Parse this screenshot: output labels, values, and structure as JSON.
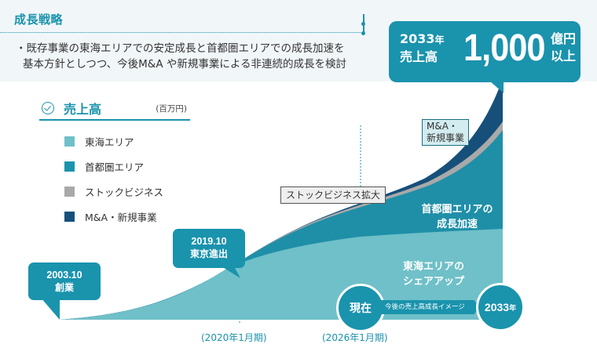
{
  "header": {
    "section_title": "成長戦略",
    "bullet_marker": "・",
    "bullet_line1": "既存事業の東海エリアでの安定成長と首都圏エリアでの成長加速を",
    "bullet_line2": "基本方針としつつ、今後M&A や新規事業による非連続的成長を検討"
  },
  "target_callout": {
    "year": "2033",
    "year_suffix": "年",
    "label": "売上高",
    "amount": "1,000",
    "unit_line1": "億円",
    "unit_line2": "以上"
  },
  "legend": {
    "title": "売上高",
    "unit": "(百万円)",
    "items": [
      {
        "label": "東海エリア",
        "color": "#6fc0c8"
      },
      {
        "label": "首都圏エリア",
        "color": "#1a93ad"
      },
      {
        "label": "ストックビジネス",
        "color": "#a9a9a9"
      },
      {
        "label": "M&A・新規事業",
        "color": "#16507a"
      }
    ]
  },
  "milestones": {
    "founding": {
      "date": "2003.10",
      "label": "創業"
    },
    "tokyo": {
      "date": "2019.10",
      "label": "東京進出"
    }
  },
  "annotations": {
    "stock_business": "ストックビジネス拡大",
    "ma_line1": "M&A・",
    "ma_line2": "新規事業",
    "shutoken_line1": "首都圏エリアの",
    "shutoken_line2": "成長加速",
    "tokai_line1": "東海エリアの",
    "tokai_line2": "シェアアップ"
  },
  "timeline": {
    "now_label": "現在",
    "arrow_label": "今後の売上高成長イメージ",
    "end_year": "2033",
    "end_suffix": "年",
    "axis_2020": "(2020年1月期)",
    "axis_2026": "(2026年1月期)"
  },
  "colors": {
    "accent": "#1a93ad",
    "tokai": "#6fc0c8",
    "shutoken": "#1f8fa8",
    "stock": "#a9a9a9",
    "ma": "#16507a",
    "header_bg": "#f1f6f9"
  },
  "chart_data": {
    "type": "area",
    "title": "売上高",
    "unit": "百万円",
    "x": [
      "2003.10",
      "2020年1月期",
      "2026年1月期",
      "2033年"
    ],
    "series": [
      {
        "name": "東海エリア",
        "color": "#6fc0c8"
      },
      {
        "name": "首都圏エリア",
        "color": "#1a93ad"
      },
      {
        "name": "ストックビジネス",
        "color": "#a9a9a9"
      },
      {
        "name": "M&A・新規事業",
        "color": "#16507a"
      }
    ],
    "target": "2033年 売上高 1,000億円以上",
    "grid": false,
    "stacked": true
  }
}
